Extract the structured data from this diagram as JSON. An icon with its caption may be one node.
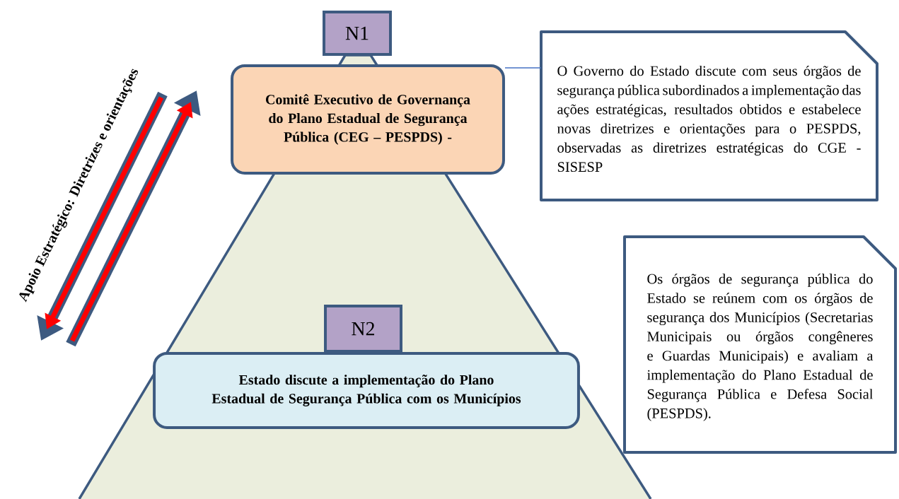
{
  "diagram": {
    "nodes": [
      {
        "text": [
          "N1"
        ]
      },
      {
        "text": [
          "Comitê Executivo de Governança do Plano Estadual de Segurança Pública (CEG – PESPDS) -"
        ]
      },
      {
        "text": [
          "O Governo do Estado discute com seus órgãos de segurança pública subordinados a implementação das ações estratégicas, resultados obtidos e estabelece novas diretrizes e orientações para o PESPDS, observadas as diretrizes estratégicas do CGE - SISESP"
        ]
      },
      {
        "text": [
          "N2"
        ]
      },
      {
        "text": [
          "Estado discute a implementação do Plano Estadual de Segurança Pública com os Municípios"
        ]
      },
      {
        "text": [
          "Os órgãos de segurança pública do Estado se reúnem com os órgãos de segurança dos Municípios (Secretarias Municipais ou órgãos congêneres e Guardas Municipais) e avaliam a implementação do Plano Estadual de Segurança Pública e Defesa Social (PESPDS)."
        ]
      }
    ],
    "edges": [
      {
        "from": 1,
        "to": 2,
        "arrow": "none"
      }
    ],
    "labels": [
      "Apoio Estratégico: Diretrizes e orientações"
    ]
  }
}
